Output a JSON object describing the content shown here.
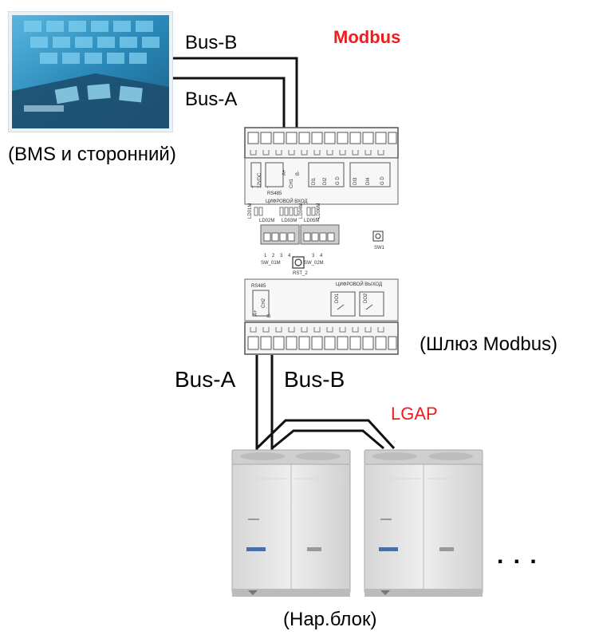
{
  "labels": {
    "bus_b_top": "Bus-B",
    "bus_a_top": "Bus-A",
    "modbus": "Modbus",
    "bms": "(BMS и сторонний)",
    "gateway": "(Шлюз Modbus)",
    "bus_a_bottom": "Bus-A",
    "bus_b_bottom": "Bus-B",
    "lgap": "LGAP",
    "outdoor": "(Нар.блок)",
    "ellipsis": ". . ."
  },
  "device": {
    "top_terminals": [
      "+",
      "-",
      "A+",
      "B-",
      "DI1",
      "DI2",
      "G D",
      "DI3",
      "DI4",
      "G D"
    ],
    "power_label": "12VDC",
    "rs485_top": "RS485",
    "ch1": "CH1",
    "digital_in": "ЦИФРОВОЙ ВХОД",
    "leds": [
      "LD01M",
      "LD02M",
      "LD03M",
      "LD04M",
      "LD05M",
      "LD06M"
    ],
    "sw1": "SW1",
    "sw_01m": "SW_01M",
    "sw_02m": "SW_02M",
    "dip_numbers": [
      "1",
      "2",
      "3",
      "4"
    ],
    "rst": "RST_2",
    "rs485_bottom": "RS485",
    "ch2": "CH2",
    "digital_out": "ЦИФРОВОЙ ВЫХОД",
    "do1": "DO1",
    "do2": "DO2",
    "a_plus": "A+",
    "b_minus": "B-"
  },
  "colors": {
    "accent_red": "#ee1c1c",
    "wire": "#111111",
    "device_body": "#f2f2f2",
    "outdoor_unit": "#e4e4e4",
    "bms_screen": "#2a89b9"
  }
}
